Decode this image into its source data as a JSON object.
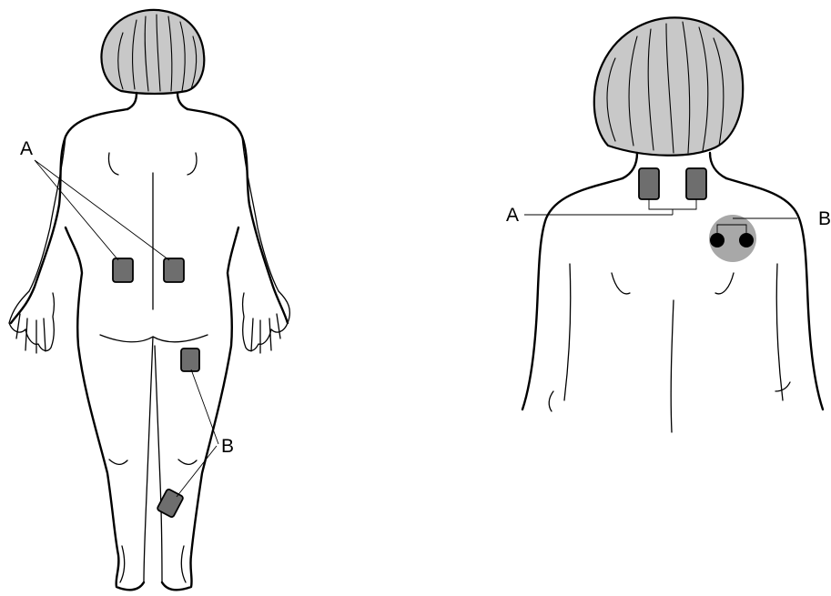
{
  "figure_left": {
    "label_a": "A",
    "label_b": "B"
  },
  "figure_right": {
    "label_a": "A",
    "label_b": "B"
  },
  "colors": {
    "electrode_pad": "#6e6e6e",
    "hair": "#c8c8c8",
    "device_disc": "#a8a8a8",
    "connector_dot": "#000000",
    "outline": "#000000"
  }
}
